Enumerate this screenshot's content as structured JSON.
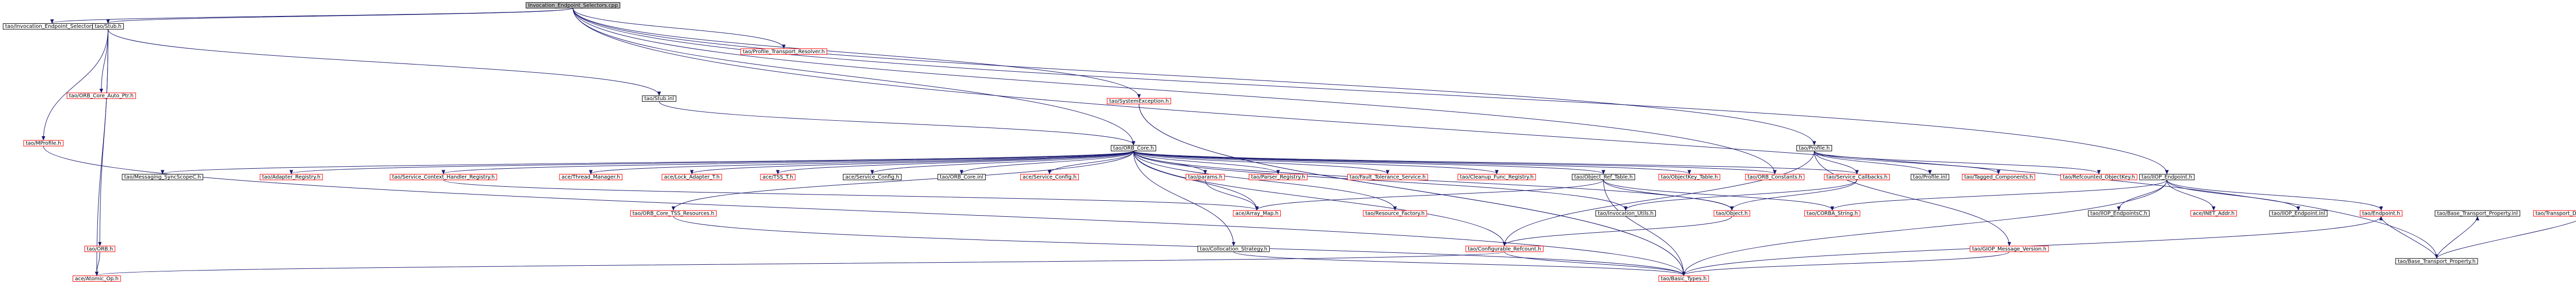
{
  "diagram": {
    "colors": {
      "edge": "#191970",
      "normal_border": "#000000",
      "missing_border": "#ff0000",
      "root_fill": "#bfbfbf"
    },
    "nodes": [
      {
        "id": "root",
        "label": "Invocation_Endpoint_Selectors.cpp",
        "style": "root"
      },
      {
        "id": "ies_h",
        "label": "tao/Invocation_Endpoint_Selectors.h",
        "style": "black"
      },
      {
        "id": "stub_h",
        "label": "tao/Stub.h",
        "style": "black"
      },
      {
        "id": "profile_transport_resolver_h",
        "label": "tao/Profile_Transport_Resolver.h",
        "style": "red"
      },
      {
        "id": "systemexception_h",
        "label": "tao/SystemException.h",
        "style": "red"
      },
      {
        "id": "orb_core_auto_ptr_h",
        "label": "tao/ORB_Core_Auto_Ptr.h",
        "style": "red"
      },
      {
        "id": "mprofile_h",
        "label": "tao/MProfile.h",
        "style": "red"
      },
      {
        "id": "stub_inl",
        "label": "tao/Stub.inl",
        "style": "black"
      },
      {
        "id": "orb_core_h",
        "label": "tao/ORB_Core.h",
        "style": "black"
      },
      {
        "id": "profile_h",
        "label": "tao/Profile.h",
        "style": "black"
      },
      {
        "id": "base_transport_property_h",
        "label": "tao/Base_Transport_Property.h",
        "style": "black"
      },
      {
        "id": "messaging_syncscopec_h",
        "label": "tao/Messaging_SyncScopeC.h",
        "style": "black"
      },
      {
        "id": "adapter_registry_h",
        "label": "tao/Adapter_Registry.h",
        "style": "red"
      },
      {
        "id": "scch_registry_h",
        "label": "tao/Service_Context_Handler_Registry.h",
        "style": "red"
      },
      {
        "id": "thread_manager_h",
        "label": "ace/Thread_Manager.h",
        "style": "red"
      },
      {
        "id": "lock_adapter_t_h",
        "label": "ace/Lock_Adapter_T.h",
        "style": "red"
      },
      {
        "id": "tss_t_h",
        "label": "ace/TSS_T.h",
        "style": "red"
      },
      {
        "id": "ace_service_config_h",
        "label": "ace/Service_Config.h",
        "style": "black"
      },
      {
        "id": "orb_core_inl",
        "label": "tao/ORB_Core.inl",
        "style": "black"
      },
      {
        "id": "tao_service_config_h",
        "label": "ace/Service_Config.h",
        "style": "red"
      },
      {
        "id": "params_h",
        "label": "tao/params.h",
        "style": "red"
      },
      {
        "id": "parser_registry_h",
        "label": "tao/Parser_Registry.h",
        "style": "red"
      },
      {
        "id": "fault_tolerance_service_h",
        "label": "tao/Fault_Tolerance_Service.h",
        "style": "red"
      },
      {
        "id": "cleanup_func_registry_h",
        "label": "tao/Cleanup_Func_Registry.h",
        "style": "red"
      },
      {
        "id": "object_ref_table_h",
        "label": "tao/Object_Ref_Table.h",
        "style": "black"
      },
      {
        "id": "objectkey_table_h",
        "label": "tao/ObjectKey_Table.h",
        "style": "red"
      },
      {
        "id": "orb_constants_h",
        "label": "tao/ORB_Constants.h",
        "style": "red"
      },
      {
        "id": "service_callbacks_h",
        "label": "tao/Service_Callbacks.h",
        "style": "red"
      },
      {
        "id": "profile_inl",
        "label": "tao/Profile.inl",
        "style": "black"
      },
      {
        "id": "tagged_components_h",
        "label": "tao/Tagged_Components.h",
        "style": "red"
      },
      {
        "id": "refcounted_objectkey_h",
        "label": "tao/Refcounted_ObjectKey.h",
        "style": "red"
      },
      {
        "id": "giop_endpoint_h",
        "label": "tao/IIOP_Endpoint.h",
        "style": "black"
      },
      {
        "id": "orb_core_tss_resources_h",
        "label": "tao/ORB_Core_TSS_Resources.h",
        "style": "red"
      },
      {
        "id": "array_map_h",
        "label": "ace/Array_Map.h",
        "style": "red"
      },
      {
        "id": "resource_factory_h",
        "label": "tao/Resource_Factory.h",
        "style": "red"
      },
      {
        "id": "invocation_utils_h",
        "label": "tao/Invocation_Utils.h",
        "style": "black"
      },
      {
        "id": "object_h",
        "label": "tao/Object.h",
        "style": "red"
      },
      {
        "id": "corba_string_h",
        "label": "tao/CORBA_String.h",
        "style": "red"
      },
      {
        "id": "iiop_endpointsc_h",
        "label": "tao/IIOP_EndpointsC.h",
        "style": "black"
      },
      {
        "id": "inet_addr_h",
        "label": "ace/INET_Addr.h",
        "style": "red"
      },
      {
        "id": "iiop_endpoint_inl",
        "label": "tao/IIOP_Endpoint.inl",
        "style": "black"
      },
      {
        "id": "endpoint_h",
        "label": "tao/Endpoint.h",
        "style": "red"
      },
      {
        "id": "base_transport_property_inl",
        "label": "tao/Base_Transport_Property.inl",
        "style": "black"
      },
      {
        "id": "transport_descriptor_interface_h",
        "label": "tao/Transport_Descriptor_Interface.h",
        "style": "red"
      },
      {
        "id": "orb_h",
        "label": "tao/ORB.h",
        "style": "red"
      },
      {
        "id": "collocation_strategy_h",
        "label": "tao/Collocation_Strategy.h",
        "style": "black"
      },
      {
        "id": "configurable_refcount_h",
        "label": "tao/Configurable_Refcount.h",
        "style": "red"
      },
      {
        "id": "giop_message_version_h",
        "label": "tao/GIOP_Message_Version.h",
        "style": "red"
      },
      {
        "id": "atomic_op_h",
        "label": "ace/Atomic_Op.h",
        "style": "red"
      },
      {
        "id": "tao_ulong_h",
        "label": "tao/Basic_Types.h",
        "style": "red"
      }
    ]
  }
}
